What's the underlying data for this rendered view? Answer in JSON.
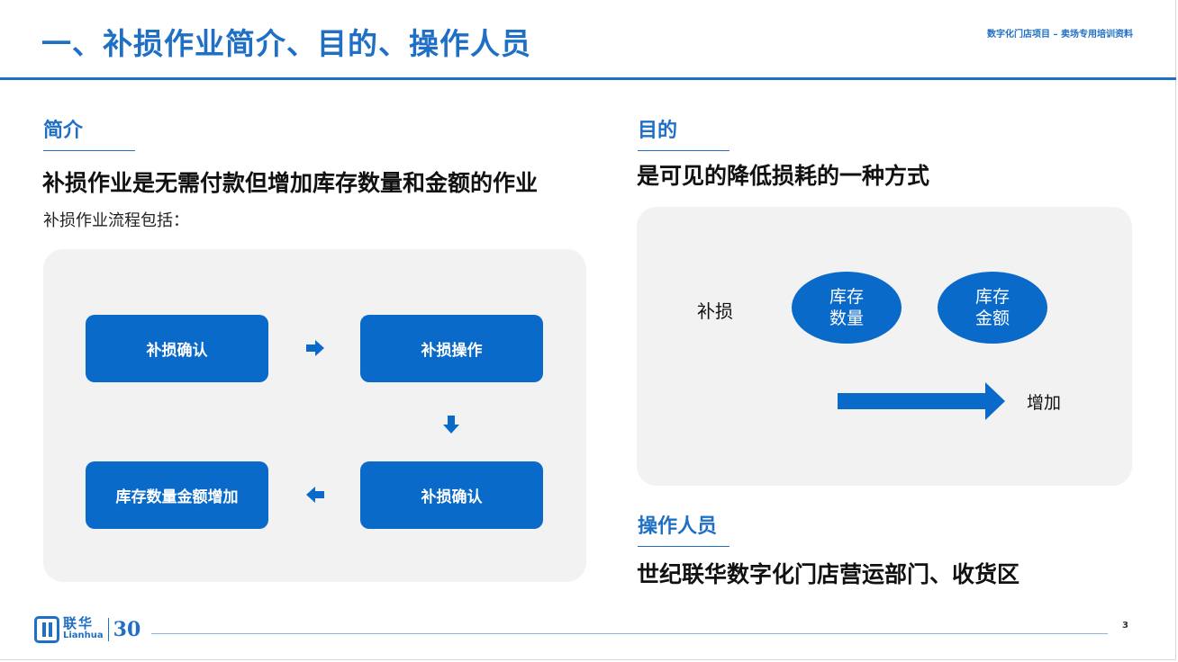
{
  "header": {
    "title": "一、补损作业简介、目的、操作人员",
    "tag": "数字化门店项目 – 卖场专用培训资料"
  },
  "intro": {
    "label": "简介",
    "statement": "补损作业是无需付款但增加库存数量和金额的作业",
    "sub": "补损作业流程包括：",
    "steps": [
      "补损确认",
      "补损操作",
      "补损确认",
      "库存数量金额增加"
    ]
  },
  "purpose": {
    "label": "目的",
    "statement": "是可见的降低损耗的一种方式",
    "diagram": {
      "source": "补损",
      "ellipse1": [
        "库存",
        "数量"
      ],
      "ellipse2": [
        "库存",
        "金额"
      ],
      "arrow_label": "增加"
    }
  },
  "operators": {
    "label": "操作人员",
    "statement": "世纪联华数字化门店营运部门、收货区"
  },
  "footer": {
    "logo_cn": "联华",
    "logo_en": "Lianhua",
    "logo_number": "30",
    "page": "3"
  },
  "colors": {
    "accent": "#1f6fc5",
    "box": "#0a6ac9",
    "panel": "#f2f2f3"
  },
  "icons": [
    "arrow-right-icon",
    "arrow-down-icon",
    "arrow-left-icon",
    "wide-arrow-right-icon",
    "lianhua-logo-icon"
  ]
}
